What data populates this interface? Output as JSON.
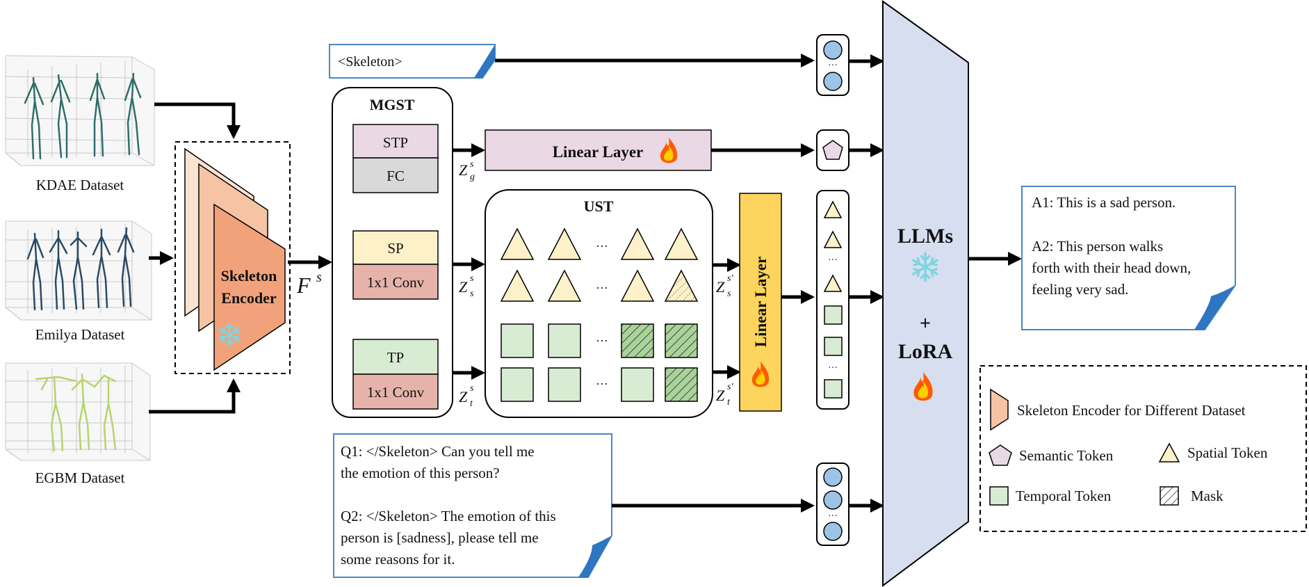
{
  "datasets": [
    "KDAE Dataset",
    "Emilya Dataset",
    "EGBM Dataset"
  ],
  "encoder": {
    "line1": "Skeleton",
    "line2": "Encoder"
  },
  "labels": {
    "fs": "F",
    "fs_sup": "s",
    "zg": "Z",
    "zg_sup": "s",
    "zg_sub": "g",
    "zs": "Z",
    "zs_sup": "s",
    "zs_sub": "s",
    "zt": "Z",
    "zt_sup": "s",
    "zt_sub": "t",
    "zs2": "Z",
    "zs2_sup": "s'",
    "zs2_sub": "s",
    "zt2": "Z",
    "zt2_sup": "s'",
    "zt2_sub": "t"
  },
  "skeleton_tag": "<Skeleton>",
  "mgst": {
    "title": "MGST",
    "stp": "STP",
    "fc": "FC",
    "sp": "SP",
    "conv1": "1x1 Conv",
    "tp": "TP",
    "conv2": "1x1 Conv"
  },
  "linear_top": "Linear Layer",
  "linear_right": "Linear Layer",
  "ust": {
    "title": "UST",
    "dots": "···"
  },
  "llm": {
    "title": "LLMs",
    "plus": "+",
    "lora": "LoRA"
  },
  "answers": {
    "a1": "A1: This is a sad person.",
    "a2": [
      "A2: This person walks",
      "forth with their head down,",
      "feeling very sad."
    ]
  },
  "questions": {
    "q1": [
      "Q1:  </Skeleton> Can you tell me",
      "the emotion of this person?"
    ],
    "q2": [
      "Q2: </Skeleton> The emotion of this",
      "person is [sadness], please tell me",
      "some reasons for it."
    ]
  },
  "legend": {
    "encoder": "Skeleton Encoder for Different Dataset",
    "semantic": "Semantic Token",
    "spatial": "Spatial Token",
    "temporal": "Temporal Token",
    "mask": "Mask"
  },
  "colors": {
    "encoder_light": "#fbe3d2",
    "encoder_mid": "#f6c4a4",
    "encoder_dark": "#f2a27a",
    "stp": "#ead8e4",
    "fc": "#d9d9d9",
    "sp": "#fdf1c9",
    "conv": "#e6b3aa",
    "tp": "#d8ebd3",
    "linear_top": "#ead8e4",
    "linear_right": "#fdd45e",
    "llm": "#d6deef",
    "token_blue": "#9dc3e6",
    "triangle": "#fdf1c9",
    "square": "#d8ebd3",
    "textbox_border": "#4a86c5"
  }
}
